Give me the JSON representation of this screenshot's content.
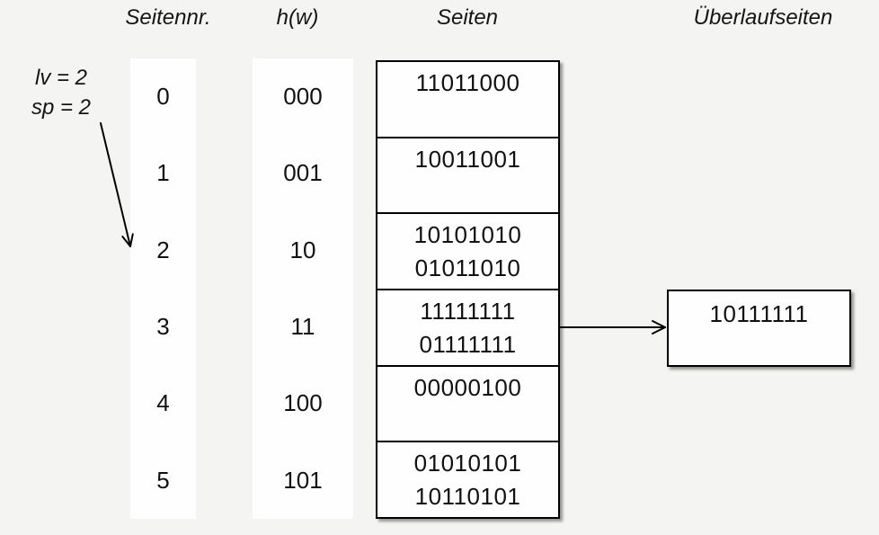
{
  "diagram": {
    "headers": {
      "seitennr": "Seitennr.",
      "hw": "h(w)",
      "seiten": "Seiten",
      "ueberlaufseiten": "Überlaufseiten"
    },
    "annotation": {
      "lv": "lv = 2",
      "sp": "sp = 2"
    },
    "rows": [
      {
        "nr": "0",
        "hash": "000",
        "values": [
          "11011000"
        ]
      },
      {
        "nr": "1",
        "hash": "001",
        "values": [
          "10011001"
        ]
      },
      {
        "nr": "2",
        "hash": "10",
        "values": [
          "10101010",
          "01011010"
        ]
      },
      {
        "nr": "3",
        "hash": "11",
        "values": [
          "11111111",
          "01111111"
        ]
      },
      {
        "nr": "4",
        "hash": "100",
        "values": [
          "00000100"
        ]
      },
      {
        "nr": "5",
        "hash": "101",
        "values": [
          "01010101",
          "10110101"
        ]
      }
    ],
    "overflow": {
      "attached_to_row": "3",
      "values": [
        "10111111"
      ]
    },
    "colors": {
      "background": "#f4f4f2",
      "cell_background": "#fefefe",
      "border": "#000000",
      "text": "#111111"
    }
  }
}
